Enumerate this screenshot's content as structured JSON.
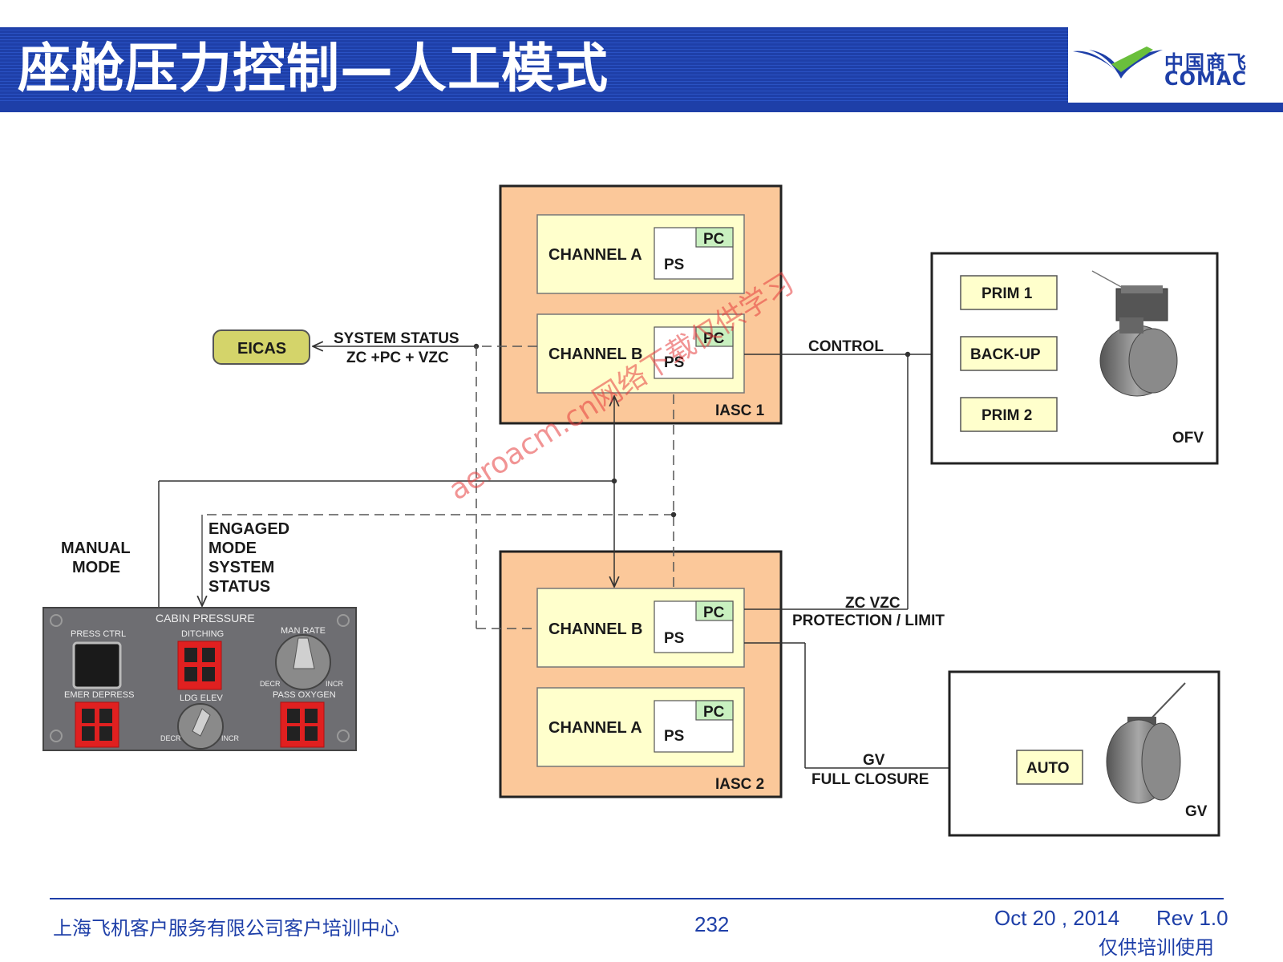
{
  "header": {
    "title": "座舱压力控制—人工模式",
    "logo_cn": "中国商飞",
    "logo_en": "COMAC"
  },
  "diagram": {
    "eicas": "EICAS",
    "system_status": "SYSTEM STATUS",
    "zc_pc_vzc": "ZC +PC + VZC",
    "control": "CONTROL",
    "iasc1": {
      "label": "IASC 1",
      "channel_a": "CHANNEL A",
      "channel_b": "CHANNEL B"
    },
    "iasc2": {
      "label": "IASC 2",
      "channel_b": "CHANNEL B",
      "channel_a": "CHANNEL A"
    },
    "pc": "PC",
    "ps": "PS",
    "ofv": {
      "label": "OFV",
      "prim1": "PRIM 1",
      "backup": "BACK-UP",
      "prim2": "PRIM 2"
    },
    "gv": {
      "label": "GV",
      "auto": "AUTO"
    },
    "manual_mode_1": "MANUAL",
    "manual_mode_2": "MODE",
    "engaged_1": "ENGAGED",
    "engaged_2": "MODE",
    "engaged_3": "SYSTEM",
    "engaged_4": "STATUS",
    "zc_vzc": "ZC VZC",
    "protection_limit": "PROTECTION / LIMIT",
    "gv_label": "GV",
    "full_closure": "FULL CLOSURE"
  },
  "panel": {
    "title": "CABIN PRESSURE",
    "press_ctrl": "PRESS CTRL",
    "ditching": "DITCHING",
    "man_rate": "MAN RATE",
    "emer_depress": "EMER DEPRESS",
    "ldg_elev": "LDG ELEV",
    "pass_oxygen": "PASS OXYGEN",
    "decr": "DECR",
    "incr": "INCR"
  },
  "watermark": "aeroacm.cn网络下载仅供学习",
  "footer": {
    "org": "上海飞机客户服务有限公司客户培训中心",
    "page": "232",
    "date": "Oct 20 , 2014",
    "rev": "Rev 1.0",
    "note": "仅供培训使用"
  },
  "colors": {
    "brand_blue": "#1e3fa8",
    "iasc_fill": "#fbc89a",
    "channel_fill": "#ffffcc",
    "pc_fill": "#c9f0c0",
    "eicas_fill": "#d4d46a",
    "panel_gray": "#6e6e72",
    "guard_red": "#e02020"
  }
}
